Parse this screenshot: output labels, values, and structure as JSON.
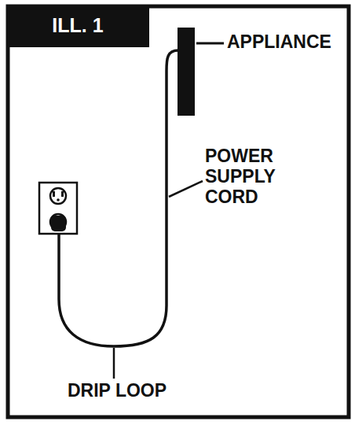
{
  "diagram": {
    "title": "ILL. 1",
    "labels": [
      "APPLIANCE",
      "POWER SUPPLY CORD",
      "DRIP LOOP"
    ]
  }
}
